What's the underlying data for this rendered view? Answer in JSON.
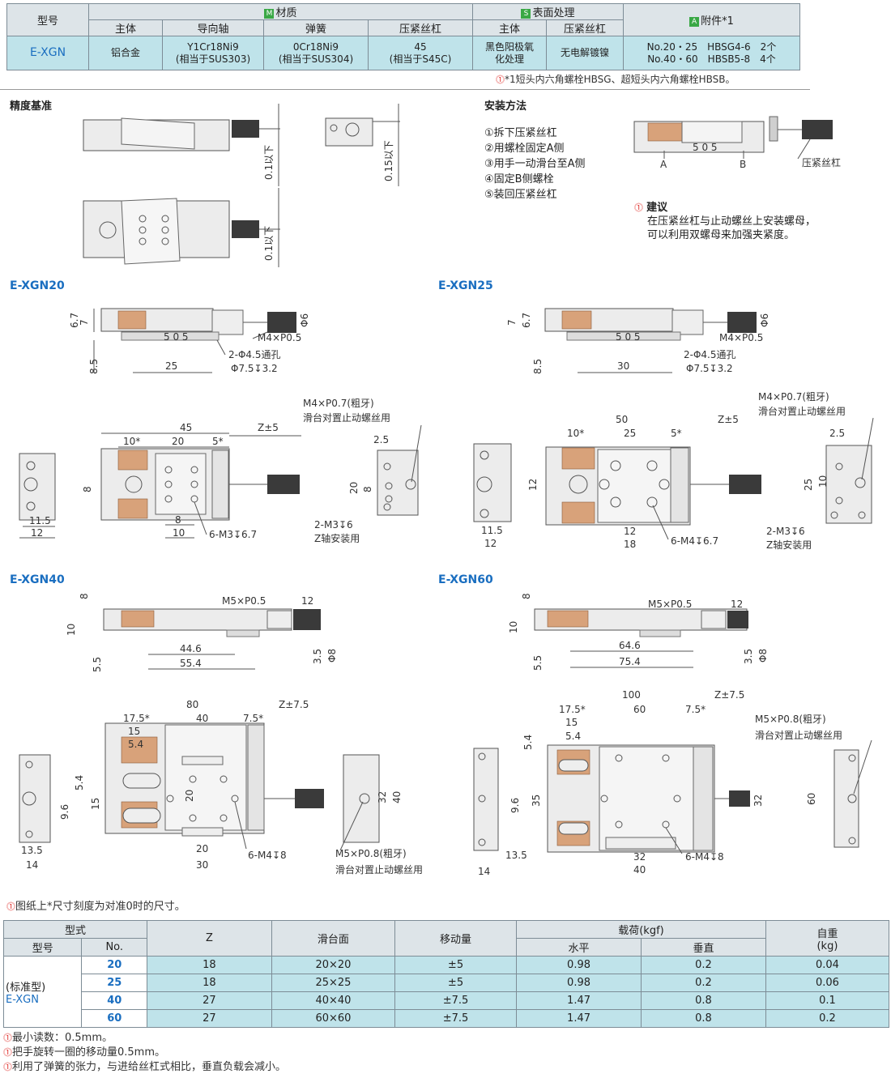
{
  "materials": {
    "h_model": "型号",
    "h_material": "材质",
    "h_surface": "表面处理",
    "h_accessory": "附件*1",
    "mark_M": "M",
    "mark_S": "S",
    "mark_A": "A",
    "sub_body": "主体",
    "sub_guide": "导向轴",
    "sub_spring": "弹簧",
    "sub_screw": "压紧丝杠",
    "sub_body2": "主体",
    "sub_screw2": "压紧丝杠",
    "model": "E-XGN",
    "body": "铝合金",
    "guide_1": "Y1Cr18Ni9",
    "guide_2": "(相当于SUS303)",
    "spring_1": "0Cr18Ni9",
    "spring_2": "(相当于SUS304)",
    "screw_1": "45",
    "screw_2": "(相当于S45C)",
    "surface_body_1": "黑色阳极氧",
    "surface_body_2": "化处理",
    "surface_screw": "无电解镀镍",
    "acc_1": "No.20・25　HBSG4-6　2个",
    "acc_2": "No.40・60　HBSB5-8　4个",
    "footnote": "*1短头内六角螺栓HBSG、超短头内六角螺栓HBSB。"
  },
  "precision": {
    "title": "精度基准",
    "d1": "0.1以下",
    "d2": "0.15以下",
    "d3": "0.1以下"
  },
  "install": {
    "title": "安装方法",
    "steps": [
      "①拆下压紧丝杠",
      "②用螺栓固定A侧",
      "③用手一动滑台至A侧",
      "④固定B侧螺栓",
      "⑤装回压紧丝杠"
    ],
    "label_a": "A",
    "label_b": "B",
    "label_screw": "压紧丝杠",
    "advice_title": "建议",
    "advice_1": "在压紧丝杠与止动螺丝上安装螺母，",
    "advice_2": "可以利用双螺母来加强夹紧度。"
  },
  "models": {
    "xgn20": {
      "title": "E-XGN20",
      "d_7": "7",
      "d_67": "6.7",
      "d_85": "8.5",
      "d_25": "25",
      "d_phi6": "Φ6",
      "thread": "M4×P0.5",
      "hole": "2-Φ4.5通孔",
      "cbore": "Φ7.5↧3.2",
      "d_45": "45",
      "d_10s": "10*",
      "d_20": "20",
      "d_5s": "5*",
      "d_z": "Z±5",
      "d_8": "8",
      "d_8b": "8",
      "d_10": "10",
      "d_115": "11.5",
      "d_12": "12",
      "tap": "6-M3↧6.7",
      "stop_1": "M4×P0.7(粗牙)",
      "stop_2": "滑台对置止动螺丝用",
      "d_25b": "2.5",
      "d_20v": "20",
      "d_8v": "8",
      "ztap_1": "2-M3↧6",
      "ztap_2": "Z轴安装用"
    },
    "xgn25": {
      "title": "E-XGN25",
      "d_7": "7",
      "d_67": "6.7",
      "d_85": "8.5",
      "d_30": "30",
      "d_phi6": "Φ6",
      "thread": "M4×P0.5",
      "hole": "2-Φ4.5通孔",
      "cbore": "Φ7.5↧3.2",
      "d_50": "50",
      "d_10s": "10*",
      "d_25": "25",
      "d_5s": "5*",
      "d_z": "Z±5",
      "d_12v": "12",
      "d_12": "12",
      "d_18": "18",
      "d_115": "11.5",
      "d_12b": "12",
      "tap": "6-M4↧6.7",
      "stop_1": "M4×P0.7(粗牙)",
      "stop_2": "滑台对置止动螺丝用",
      "d_25b": "2.5",
      "d_25v": "25",
      "d_10v": "10",
      "ztap_1": "2-M3↧6",
      "ztap_2": "Z轴安装用"
    },
    "xgn40": {
      "title": "E-XGN40",
      "d_8": "8",
      "d_10": "10",
      "d_55": "5.5",
      "d_35": "3.5",
      "d_phi8": "Φ8",
      "thread": "M5×P0.5",
      "d_12": "12",
      "d_446": "44.6",
      "d_554": "55.4",
      "d_80": "80",
      "d_175": "17.5*",
      "d_40": "40",
      "d_75": "7.5*",
      "d_15": "15",
      "d_54": "5.4",
      "d_z": "Z±7.5",
      "d_54v": "5.4",
      "d_15v": "15",
      "d_96": "9.6",
      "d_20v": "20",
      "d_20": "20",
      "d_30": "30",
      "d_135": "13.5",
      "d_14": "14",
      "tap": "6-M4↧8",
      "d_32v": "32",
      "d_40v": "40",
      "stop_1": "M5×P0.8(粗牙)",
      "stop_2": "滑台对置止动螺丝用"
    },
    "xgn60": {
      "title": "E-XGN60",
      "d_8": "8",
      "d_10": "10",
      "d_55": "5.5",
      "d_35": "3.5",
      "d_phi8": "Φ8",
      "thread": "M5×P0.5",
      "d_12": "12",
      "d_646": "64.6",
      "d_754": "75.4",
      "d_100": "100",
      "d_175": "17.5*",
      "d_60": "60",
      "d_75": "7.5*",
      "d_15": "15",
      "d_54": "5.4",
      "d_z": "Z±7.5",
      "d_54v": "5.4",
      "d_96": "9.6",
      "d_35v": "35",
      "d_32v": "32",
      "d_32": "32",
      "d_40": "40",
      "d_135": "13.5",
      "d_14": "14",
      "tap": "6-M4↧8",
      "d_60v": "60",
      "stop_1": "M5×P0.8(粗牙)",
      "stop_2": "滑台对置止动螺丝用"
    }
  },
  "drawing_note": "图纸上*尺寸刻度为对准0时的尺寸。",
  "spec_table": {
    "h_type": "型式",
    "h_model": "型号",
    "h_no": "No.",
    "h_z": "Z",
    "h_surface": "滑台面",
    "h_travel": "移动量",
    "h_load": "载荷(kgf)",
    "h_horizontal": "水平",
    "h_vertical": "垂直",
    "h_weight_1": "自重",
    "h_weight_2": "(kg)",
    "model_1": "(标准型)",
    "model_2": "E-XGN",
    "rows": [
      {
        "no": "20",
        "z": "18",
        "surface": "20×20",
        "travel": "±5",
        "h": "0.98",
        "v": "0.2",
        "w": "0.04"
      },
      {
        "no": "25",
        "z": "18",
        "surface": "25×25",
        "travel": "±5",
        "h": "0.98",
        "v": "0.2",
        "w": "0.06"
      },
      {
        "no": "40",
        "z": "27",
        "surface": "40×40",
        "travel": "±7.5",
        "h": "1.47",
        "v": "0.8",
        "w": "0.1"
      },
      {
        "no": "60",
        "z": "27",
        "surface": "60×60",
        "travel": "±7.5",
        "h": "1.47",
        "v": "0.8",
        "w": "0.2"
      }
    ]
  },
  "footer_notes": [
    "最小读数：0.5mm。",
    "把手旋转一圈的移动量0.5mm。",
    "利用了弹簧的张力，与进给丝杠式相比，垂直负载会减小。"
  ]
}
